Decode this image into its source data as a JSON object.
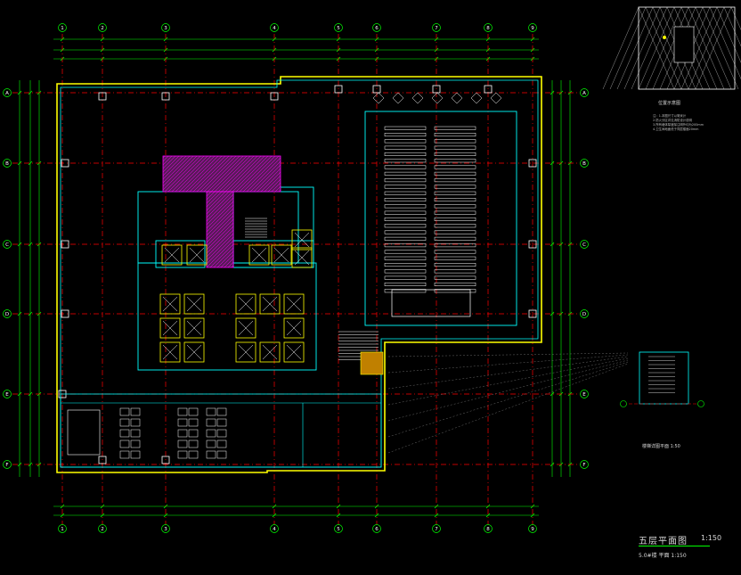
{
  "drawing": {
    "title": "五层平面图",
    "scale": "1:150",
    "subtitle": "5.0#楼 平面 1:150"
  },
  "key_plan": {
    "label": "位置示意图"
  },
  "detail": {
    "label": "楼梯详图平面 1:50"
  },
  "notes": [
    "注：1.本图尺寸以毫米计",
    "2.防火分区详见消防设计说明",
    "3.所有墙体厚度除注明外均为200mm",
    "4.卫生间地面低于同层楼面20mm"
  ],
  "grid": {
    "columns": [
      "1",
      "2",
      "3",
      "4",
      "5",
      "6",
      "7",
      "8",
      "9"
    ],
    "rows": [
      "A",
      "B",
      "C",
      "D",
      "E",
      "F"
    ]
  },
  "colors": {
    "background": "#000000",
    "wall": "#00ffff",
    "grid_axis": "#ff0000",
    "dimension": "#00ff00",
    "furniture": "#ffff00",
    "hatch": "#ff00ff",
    "text": "#ffffff"
  }
}
